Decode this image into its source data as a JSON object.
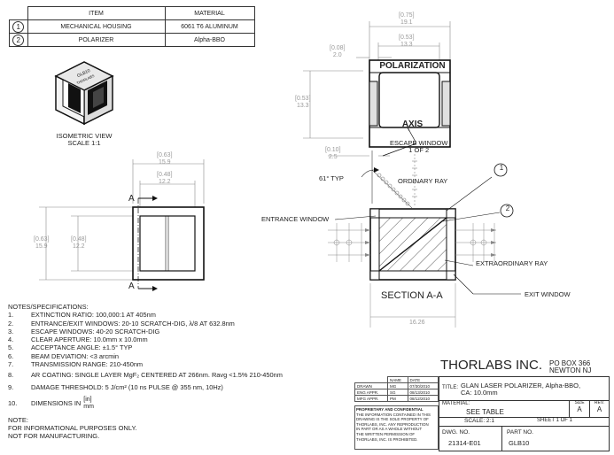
{
  "bom": {
    "headers": [
      "ITEM",
      "MATERIAL"
    ],
    "rows": [
      {
        "num": "1",
        "item": "MECHANICAL HOUSING",
        "material": "6061 T6 ALUMINUM"
      },
      {
        "num": "2",
        "item": "POLARIZER",
        "material": "Alpha-BBO"
      }
    ]
  },
  "isometric": {
    "title": "ISOMETRIC VIEW",
    "scale": "SCALE 1:1",
    "engraving_top": "GLB10",
    "engraving_bottom": "THORLABS"
  },
  "dims": {
    "top_width_in": "[0.75]",
    "top_width_mm": "19.1",
    "inner_width_in": "[0.53]",
    "inner_width_mm": "13.3",
    "left_offset_in": "[0.08]",
    "left_offset_mm": "2.0",
    "height_in": "[0.53]",
    "height_mm": "13.3",
    "window_offset_in": "[0.10]",
    "window_offset_mm": "2.5",
    "front_width_in": "[0.63]",
    "front_width_mm": "15.9",
    "front_inner_in": "[0.48]",
    "front_inner_mm": "12.2",
    "side_height_in": "[0.63]",
    "side_height_mm": "15.9",
    "side_inner_in": "[0.48]",
    "side_inner_mm": "12.2",
    "section_length": "16.26"
  },
  "labels": {
    "polarization": "POLARIZATION",
    "axis": "AXIS",
    "escape_window": "ESCAPE WINDOW",
    "escape_window_sub": "1 OF 2",
    "angle": "61° TYP",
    "ordinary_ray": "ORDINARY RAY",
    "entrance_window": "ENTRANCE WINDOW",
    "extraordinary_ray": "EXTRAORDINARY RAY",
    "exit_window": "EXIT WINDOW",
    "section": "SECTION A-A",
    "section_mark": "A",
    "callout_1": "1",
    "callout_2": "2"
  },
  "notes": {
    "title": "NOTES/SPECIFICATIONS:",
    "items": [
      {
        "n": "1.",
        "text": "EXTINCTION RATIO: 100,000:1 AT 405nm"
      },
      {
        "n": "2.",
        "text": "ENTRANCE/EXIT WINDOWS: 20-10 SCRATCH-DIG, λ/8 AT 632.8nm"
      },
      {
        "n": "3.",
        "text": "ESCAPE WINDOWS: 40-20 SCRATCH-DIG"
      },
      {
        "n": "4.",
        "text": "CLEAR APERTURE: 10.0mm x 10.0mm"
      },
      {
        "n": "5.",
        "text": "ACCEPTANCE ANGLE: ±1.5° TYP"
      },
      {
        "n": "6.",
        "text": "BEAM DEVIATION: <3 arcmin"
      },
      {
        "n": "7.",
        "text": "TRANSMISSION RANGE: 210-450nm"
      },
      {
        "n": "8.",
        "text": "AR COATING: SINGLE LAYER MgF₂ CENTERED AT 266nm.  Ravg <1.5% 210-450nm"
      },
      {
        "n": "9.",
        "text": "DAMAGE THRESHOLD:  5 J/cm² (10 ns PULSE @ 355 nm, 10Hz)"
      }
    ],
    "dim_n": "10.",
    "dim_text": "DIMENSIONS IN",
    "dim_in": "[in]",
    "dim_mm": "mm"
  },
  "disclaimer": {
    "line1": "NOTE:",
    "line2": "FOR INFORMATIONAL PURPOSES ONLY.",
    "line3": "NOT FOR MANUFACTURING."
  },
  "titleblock": {
    "company": "THORLABS INC.",
    "address1": "PO BOX 366",
    "address2": "NEWTON NJ",
    "col_name": "NAME",
    "col_date": "DATE",
    "rows": [
      {
        "role": "DRAWN",
        "name": "MG",
        "date": "07/30/2010"
      },
      {
        "role": "ENG APPR.",
        "name": "SG",
        "date": "08/13/2010"
      },
      {
        "role": "MFG APPR.",
        "name": "PM",
        "date": "08/12/2010"
      }
    ],
    "proprietary": "PROPRIETARY AND CONFIDENTIAL",
    "proprietary_text": [
      "THE INFORMATION CONTAINED IN THIS",
      "DRAWING IS THE SOLE PROPERTY OF",
      "THORLABS, INC.  ANY REPRODUCTION",
      "IN PART OR AS A WHOLE WITHOUT",
      "THE WRITTEN PERMISSION OF",
      "THORLABS, INC. IS PROHIBITED."
    ],
    "title_label": "TITLE:",
    "title_line1": "GLAN LASER POLARIZER, Alpha-BBO,",
    "title_line2": "CA: 10.0mm",
    "material_label": "MATERIAL:",
    "material_value": "SEE TABLE",
    "size_label": "SIZE",
    "size_value": "A",
    "rev_label": "REV.",
    "rev_value": "A",
    "scale": "SCALE: 2:1",
    "sheet": "SHEET 1 OF 1",
    "dwg_label": "DWG. NO.",
    "dwg_value": "21314-E01",
    "part_label": "PART NO.",
    "part_value": "GLB10"
  }
}
